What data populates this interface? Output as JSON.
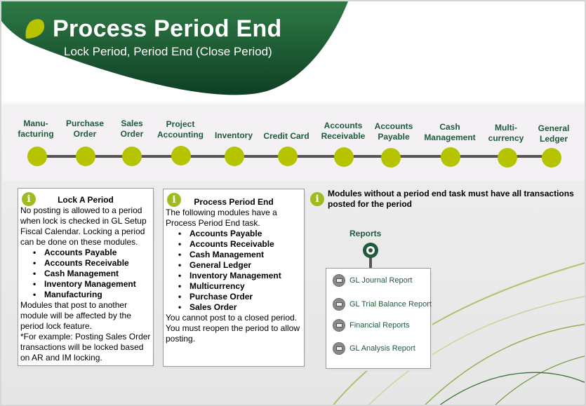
{
  "header": {
    "title": "Process Period End",
    "subtitle": "Lock Period, Period End (Close Period)",
    "header_color": "#1f5f33",
    "leaf_icon": "leaf-icon"
  },
  "modules": [
    {
      "label": "Manu-\nfacturing"
    },
    {
      "label": "Purchase\nOrder"
    },
    {
      "label": "Sales\nOrder"
    },
    {
      "label": "Project\nAccounting"
    },
    {
      "label": "Inventory"
    },
    {
      "label": "Credit Card"
    },
    {
      "label": "Accounts\nReceivable"
    },
    {
      "label": "Accounts\nPayable"
    },
    {
      "label": "Cash\nManagement"
    },
    {
      "label": "Multi-\ncurrency"
    },
    {
      "label": "General\nLedger"
    }
  ],
  "lock_card": {
    "title": "Lock A Period",
    "intro": "No posting is allowed to a period when lock is checked in GL Setup Fiscal Calendar. Locking a period can be done on these modules.",
    "items": [
      "Accounts Payable",
      "Accounts Receivable",
      "Cash Management",
      "Inventory Management",
      "Manufacturing"
    ],
    "outro": "Modules that post to another module will be affected by the period lock feature.",
    "example": "*For example: Posting Sales Order transactions will be locked based on AR and IM locking."
  },
  "period_end_card": {
    "title": "Process Period End",
    "intro": "The following modules have a Process Period End task.",
    "items": [
      "Accounts Payable",
      "Accounts Receivable",
      "Cash Management",
      "General Ledger",
      "Inventory Management",
      "Multicurrency",
      "Purchase Order",
      "Sales Order"
    ],
    "outro": "You cannot post to a closed period. You must reopen the period to allow posting."
  },
  "note": {
    "text": "Modules without a period end task must have all transactions posted for the period"
  },
  "reports": {
    "title": "Reports",
    "items": [
      "GL Journal Report",
      "GL Trial Balance Report",
      "Financial Reports",
      "GL Analysis Report"
    ]
  },
  "colors": {
    "accent_green": "#b6c400",
    "dark_green": "#1f5a3a",
    "info_green": "#9ebc1f"
  }
}
